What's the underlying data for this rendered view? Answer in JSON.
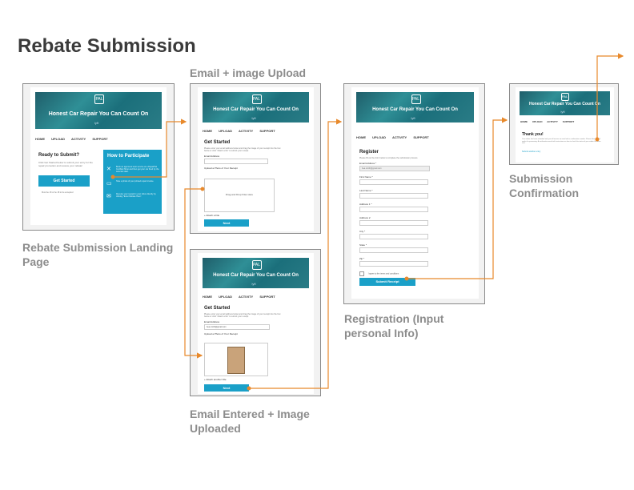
{
  "title": "Rebate Submission",
  "captions": {
    "landing": "Rebate Submission Landing Page",
    "email_upload": "Email + image Upload",
    "email_entered": "Email Entered + Image Uploaded",
    "registration": "Registration (Input personal Info)",
    "confirmation": "Submission Confirmation"
  },
  "banner": {
    "headline": "Honest Car Repair You Can Count On",
    "logo": "PAL",
    "sub": "lyft"
  },
  "nav": [
    "HOME",
    "UPLOAD",
    "ACTIVITY",
    "SUPPORT"
  ],
  "landing": {
    "heading": "Ready to Submit?",
    "intro": "Click Get Started below to submit your entry for the repair promotion and receive your rebate!",
    "button": "Get Started",
    "note": "Must be 18 or be 18 to be accepted",
    "how_heading": "How to Participate",
    "steps": [
      "Book an approved auto service at a RepairPal Certified Shop and then get your car fixed by the selected date.",
      "Take a photo of your printed repair invoice.",
      "Receive your reward in your inbox directly by clicking \"Enter Rebate Here\"."
    ]
  },
  "upload": {
    "heading": "Get Started",
    "intro": "Please enter your email address below and drag the image of your receipt into the box below or click \"Attach a file\" to submit your receipt.",
    "email_label": "Email Address",
    "email_placeholder": "",
    "email_value": "bea.smith@gmail.com",
    "photo_label": "Upload a Photo of Your Receipt",
    "drop_text": "Drag and Drop Files Here",
    "attach_text": "+ Attach a File",
    "attach_done": "+ Attach another File",
    "button": "Next"
  },
  "registration": {
    "heading": "Register",
    "intro": "Please fill out the form below to complete the submission process.",
    "fields": [
      "Email Address *",
      "First Name *",
      "Last Name *",
      "Address 1 *",
      "Address 2",
      "City *",
      "State *",
      "Zip *"
    ],
    "email_value": "bea.smith@gmail.com",
    "agree": "I agree to the terms and conditions",
    "button": "Submit Receipt"
  },
  "confirmation": {
    "heading": "Thank you!",
    "text": "Your rebate has been submitted and you will receive an email with a confirmation number. Please allow up to 8 weeks for processing. A confirmation email with instructions on how to check the status of your rebate has been sent.",
    "link": "Submit another entry"
  },
  "colors": {
    "arrow": "#e8892b",
    "accent": "#1aa0c8",
    "caption": "#8c8c8c"
  }
}
